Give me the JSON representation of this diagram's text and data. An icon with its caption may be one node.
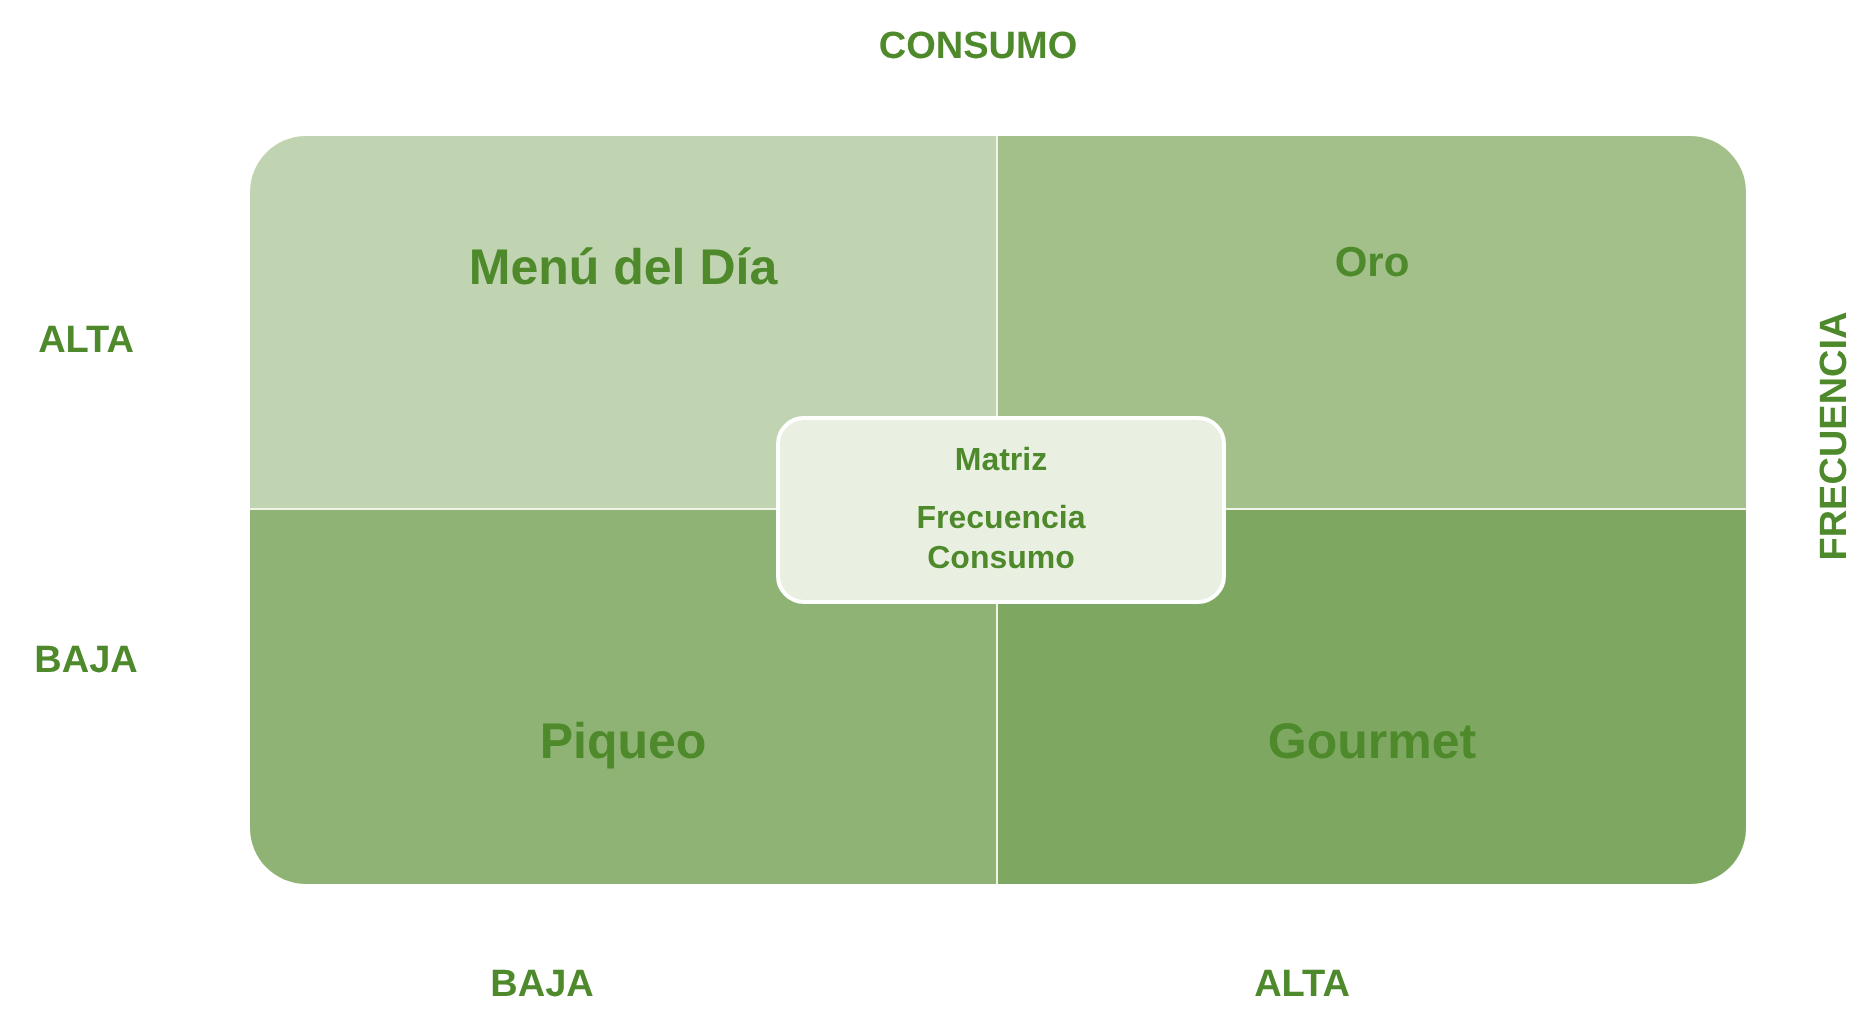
{
  "diagram": {
    "nodes": [
      {
        "text": [
          "Menú del Día"
        ]
      },
      {
        "text": [
          "Oro"
        ]
      },
      {
        "text": [
          "Piqueo"
        ]
      },
      {
        "text": [
          "Gourmet"
        ]
      },
      {
        "text": [
          "Matriz",
          "Frecuencia Consumo"
        ]
      }
    ],
    "labels": [
      "CONSUMO",
      "ALTA",
      "FRECUENCIA",
      "BAJA",
      "BAJA",
      "ALTA"
    ]
  }
}
